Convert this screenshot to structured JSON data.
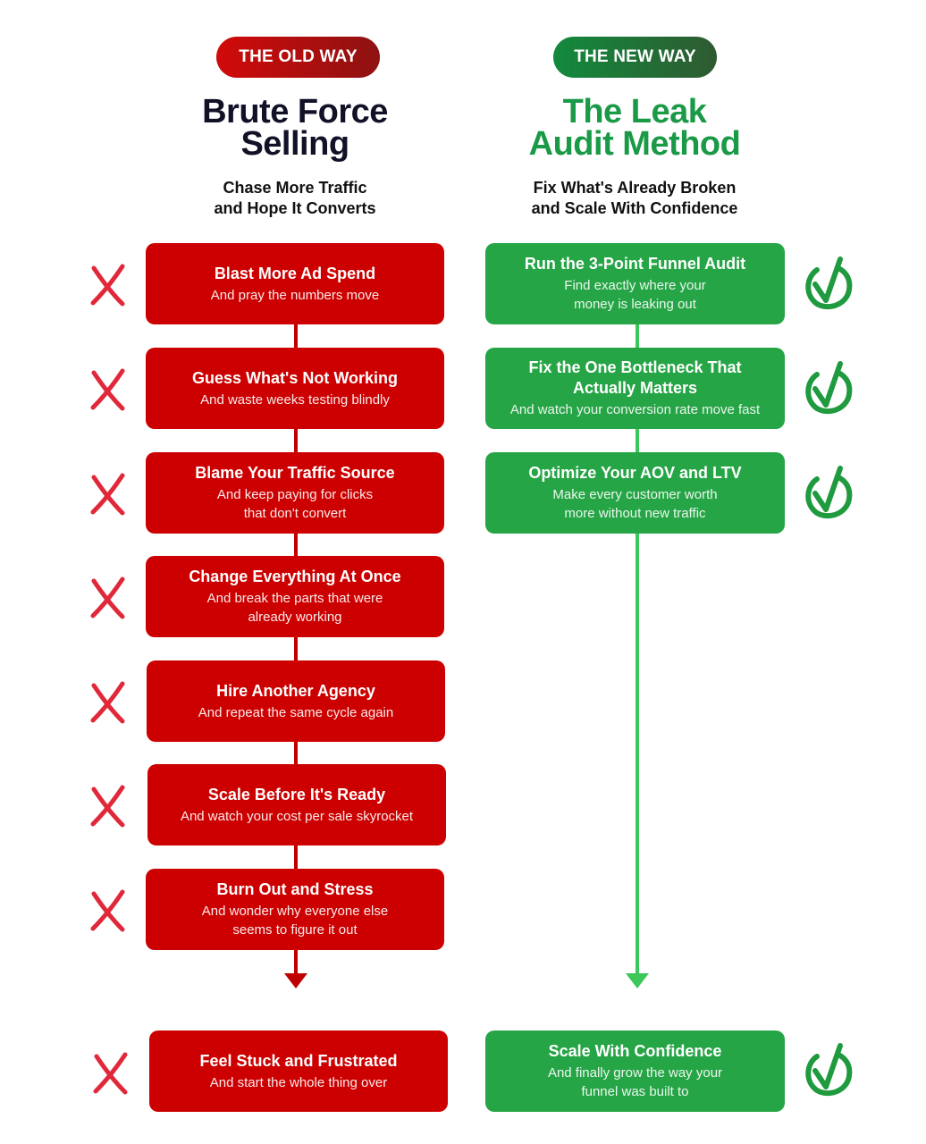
{
  "old_way": {
    "badge": "THE OLD WAY",
    "title_line1": "Brute Force",
    "title_line2": "Selling",
    "subtitle_line1": "Chase More Traffic",
    "subtitle_line2": "and Hope It Converts",
    "steps": [
      {
        "title": "Blast More Ad Spend",
        "desc": [
          "And pray the numbers move"
        ]
      },
      {
        "title": "Guess What's Not Working",
        "desc": [
          "And waste weeks testing blindly"
        ]
      },
      {
        "title": "Blame Your Traffic Source",
        "desc": [
          "And keep paying for clicks",
          "that don't convert"
        ]
      },
      {
        "title": "Change Everything At Once",
        "desc": [
          "And break the parts that were",
          "already working"
        ]
      },
      {
        "title": "Hire Another Agency",
        "desc": [
          "And repeat the same cycle again"
        ]
      },
      {
        "title": "Scale Before It's Ready",
        "desc": [
          "And watch your cost per sale skyrocket"
        ]
      },
      {
        "title": "Burn Out and Stress",
        "desc": [
          "And wonder why everyone else",
          "seems to figure it out"
        ]
      }
    ],
    "outcome": {
      "title": "Feel Stuck and Frustrated",
      "desc": [
        "And start the whole thing over"
      ]
    }
  },
  "new_way": {
    "badge": "THE NEW WAY",
    "title_line1": "The Leak",
    "title_line2": "Audit Method",
    "subtitle_line1": "Fix What's Already Broken",
    "subtitle_line2": "and Scale With Confidence",
    "steps": [
      {
        "title": "Run the 3-Point Funnel Audit",
        "desc": [
          "Find exactly where your",
          "money is leaking out"
        ]
      },
      {
        "title_lines": [
          "Fix the One Bottleneck That",
          "Actually Matters"
        ],
        "desc": [
          "And watch your conversion rate move fast"
        ]
      },
      {
        "title": "Optimize Your AOV and LTV",
        "desc": [
          "Make every customer worth",
          "more without new traffic"
        ]
      }
    ],
    "outcome": {
      "title": "Scale With Confidence",
      "desc": [
        "And finally grow the way your",
        "funnel was built to"
      ]
    }
  },
  "colors": {
    "red": "#cc0000",
    "green": "#26a546",
    "title_dark": "#111127",
    "title_green": "#1a9a47",
    "cross": "#e0283a",
    "check": "#1f9a3e"
  },
  "icons": {
    "negative": "cross-icon",
    "positive": "check-circle-icon"
  }
}
